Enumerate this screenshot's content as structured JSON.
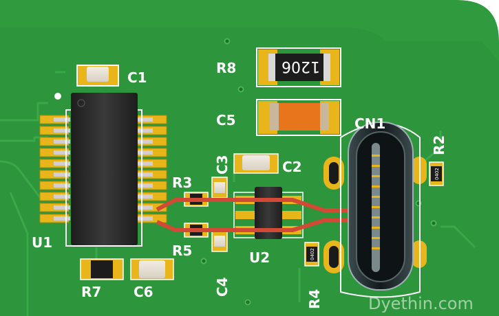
{
  "board": {
    "colors": {
      "board": "#2f9a3e",
      "board_dark": "#257f32",
      "trace_green": "#3cae4a",
      "pad_gold": "#e8b51a",
      "pad_gold_dark": "#b88a08",
      "silk": "#ffffff",
      "diff_pair": "#d04a35",
      "ic_body": "#2a2a2a",
      "orange_cap": "#e8741c",
      "connector_shell": "#1f2b2e"
    },
    "labels": {
      "u1": "U1",
      "u2": "U2",
      "c1": "C1",
      "c2": "C2",
      "c3": "C3",
      "c4": "C4",
      "c5": "C5",
      "c6": "C6",
      "r2": "R2",
      "r3": "R3",
      "r4": "R4",
      "r5": "R5",
      "r7": "R7",
      "r8": "R8",
      "cn1": "CN1"
    },
    "component_marks": {
      "r8_value": "1206",
      "r2_value": "0402",
      "r4_value": "0402"
    },
    "watermark": "Dyethin.com"
  }
}
